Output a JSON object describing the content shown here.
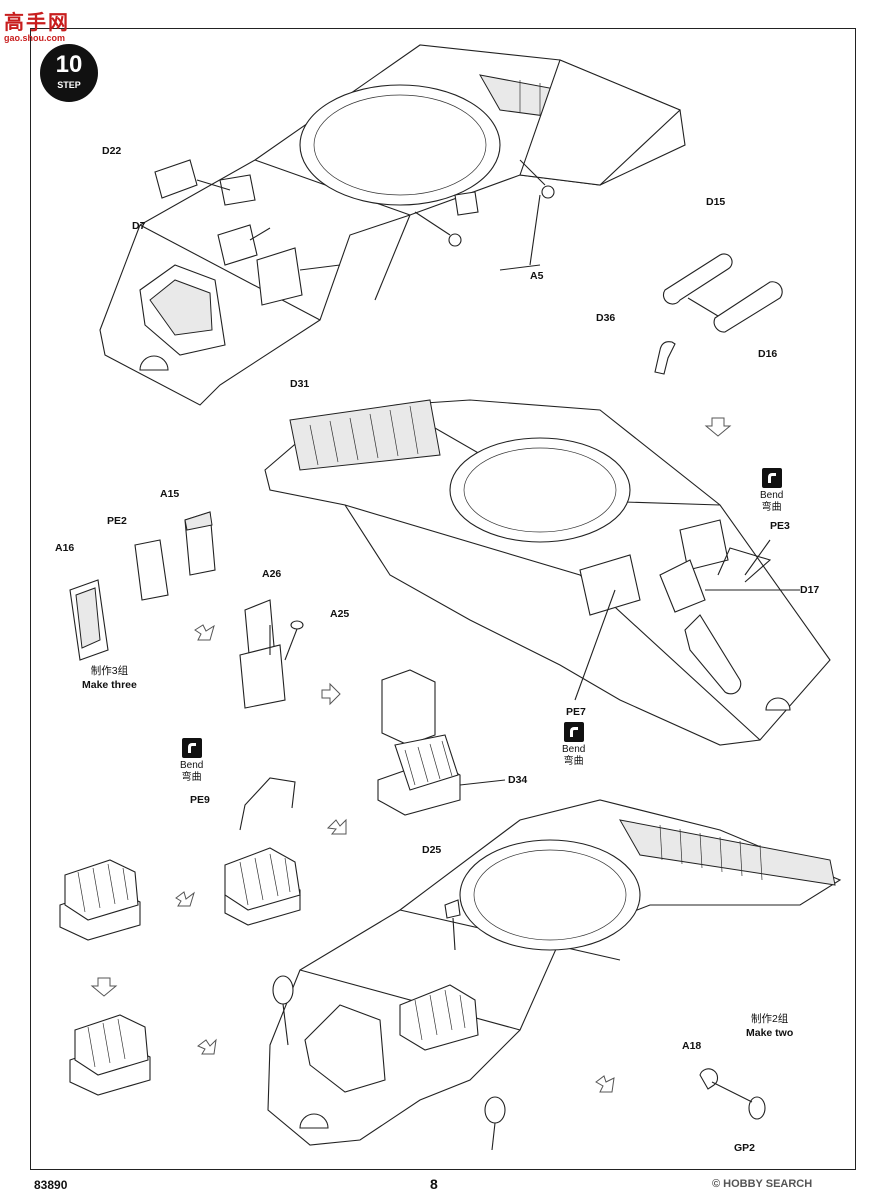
{
  "watermark": {
    "logo": "高手网",
    "url": "gao.shou.com"
  },
  "step": {
    "number": "10",
    "label": "STEP"
  },
  "labels": {
    "d22": "D22",
    "d7": "D7",
    "d31": "D31",
    "a5": "A5",
    "d15": "D15",
    "d16": "D16",
    "d36": "D36",
    "a15": "A15",
    "pe2": "PE2",
    "a16": "A16",
    "a26": "A26",
    "a25": "A25",
    "pe3": "PE3",
    "d17": "D17",
    "pe7": "PE7",
    "d34": "D34",
    "pe9": "PE9",
    "d25": "D25",
    "a18": "A18",
    "gp2": "GP2"
  },
  "bend": {
    "en": "Bend",
    "cn": "弯曲"
  },
  "notes": {
    "make_three_cn": "制作3组",
    "make_three_en": "Make three",
    "make_two_cn": "制作2组",
    "make_two_en": "Make two"
  },
  "footer": {
    "code": "83890",
    "page": "8",
    "brand": "© HOBBY SEARCH"
  }
}
